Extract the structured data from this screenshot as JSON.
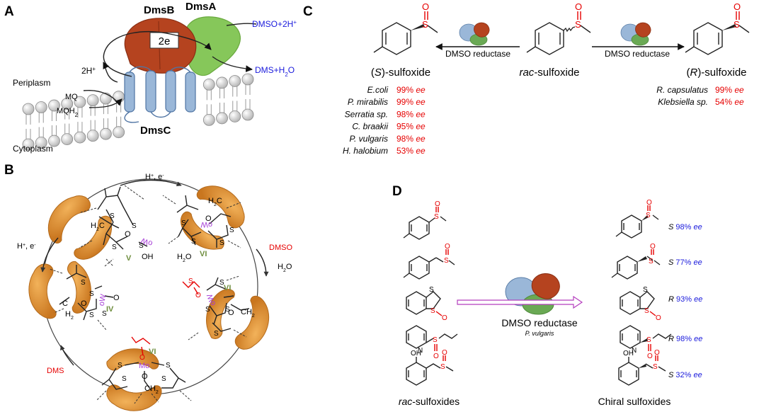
{
  "panels": {
    "A": {
      "letter": "A",
      "dmsB": "DmsB",
      "dmsA": "DmsA",
      "dmsC": "DmsC",
      "electrons": "2e",
      "protons_pre": "2H",
      "protons_sup": "+",
      "dmso_in_pre": "DMSO+2H",
      "dmso_in_sup": "+",
      "dms_out_pre": "DMS+H",
      "dms_out_sub": "2",
      "dms_out_post": "O",
      "periplasm": "Periplasm",
      "cytoplasm": "Cytoplasm",
      "mq": "MQ",
      "mqh2_pre": "MQH",
      "mqh2_sub": "2"
    },
    "B": {
      "letter": "B",
      "top_label": "H",
      "top_sup": "+",
      "top_post": ", e",
      "top_sup2": "-",
      "left_label": "H",
      "left_sup": "+",
      "left_post": ", e",
      "left_sup2": "-",
      "dmso": "DMSO",
      "h2o_pre": "H",
      "h2o_sub": "2",
      "h2o_post": "O",
      "dms": "DMS",
      "mo": "Mo",
      "mo_rot": "oW",
      "states": [
        "V",
        "VI",
        "VI",
        "VI",
        "IV"
      ],
      "atoms": {
        "s": "S",
        "o": "O",
        "oh": "OH",
        "h2o_pre": "H",
        "h2o_sub": "2",
        "h2o_post": "O",
        "h2c_pre": "H",
        "h2c_sub": "2",
        "h2c_post": "C",
        "ch2_pre": "CH",
        "ch2_sub": "2",
        "c_h2": "C",
        "h2": "H",
        "h2_sub": "2"
      }
    },
    "C": {
      "letter": "C",
      "enzyme_left": "DMSO reductase",
      "enzyme_right": "DMSO reductase",
      "s_label_pre": "(",
      "s_label_it": "S",
      "s_label_post": ")-sulfoxide",
      "rac_it": "rac",
      "rac_post": "-sulfoxide",
      "r_label_pre": "(",
      "r_label_it": "R",
      "r_label_post": ")-sulfoxide",
      "atom_s": "S",
      "atom_o": "O",
      "ee_word": "ee",
      "left_table": [
        {
          "organism": "E.coli",
          "value": "99%"
        },
        {
          "organism": "P. mirabilis",
          "value": "99%"
        },
        {
          "organism": "Serratia sp.",
          "value": "98%"
        },
        {
          "organism": "C. braakii",
          "value": "95%"
        },
        {
          "organism": "P. vulgaris",
          "value": "98%"
        },
        {
          "organism": "H. halobium",
          "value": "53%"
        }
      ],
      "right_table": [
        {
          "organism": "R. capsulatus",
          "value": "99%"
        },
        {
          "organism": "Klebsiella sp.",
          "value": "54%"
        }
      ]
    },
    "D": {
      "letter": "D",
      "enzyme": "DMSO reductase",
      "organism": "P. vulgaris",
      "left_caption_it": "rac",
      "left_caption_post": "-sulfoxides",
      "right_caption": "Chiral sulfoxides",
      "atom_s": "S",
      "atom_o": "O",
      "atom_n": "N",
      "atom_oh": "OH",
      "ee_word": "ee",
      "products": [
        {
          "config": "S",
          "value": "98%"
        },
        {
          "config": "S",
          "value": "77%"
        },
        {
          "config": "R",
          "value": "93%"
        },
        {
          "config": "R",
          "value": "98%"
        },
        {
          "config": "S",
          "value": "32%"
        }
      ]
    }
  },
  "colors": {
    "dmsB": "#b5431f",
    "dmsA": "#86c75a",
    "dmsC": "#9ab7d8",
    "enzyme_lobe": "#e0902f",
    "red_text": "#e60000",
    "blue_text": "#1a1adc",
    "mo_purple": "#a53bd6",
    "state_olive": "#6f8e3f"
  }
}
